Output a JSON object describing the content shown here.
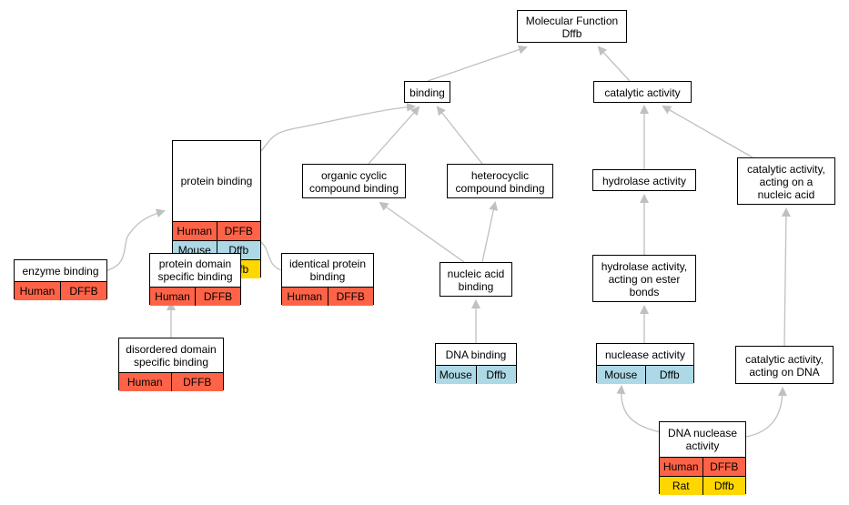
{
  "nodes": {
    "mf": {
      "title": "Molecular Function\nDffb",
      "rows": []
    },
    "binding": {
      "title": "binding",
      "rows": []
    },
    "catalytic": {
      "title": "catalytic activity",
      "rows": []
    },
    "protein_binding": {
      "title": "protein binding",
      "rows": [
        {
          "species": "Human",
          "gene": "DFFB",
          "color": "#ff6347"
        },
        {
          "species": "Mouse",
          "gene": "Dffb",
          "color": "#add8e6"
        },
        {
          "species": "Rat",
          "gene": "Dffb",
          "color": "#ffd700"
        }
      ]
    },
    "organic": {
      "title": "organic cyclic\ncompound binding",
      "rows": []
    },
    "heterocyclic": {
      "title": "heterocyclic\ncompound binding",
      "rows": []
    },
    "hydrolase": {
      "title": "hydrolase activity",
      "rows": []
    },
    "cat_nucleic": {
      "title": "catalytic activity,\nacting on a\nnucleic acid",
      "rows": []
    },
    "enzyme": {
      "title": "enzyme binding",
      "rows": [
        {
          "species": "Human",
          "gene": "DFFB",
          "color": "#ff6347"
        }
      ]
    },
    "pdsb": {
      "title": "protein domain\nspecific binding",
      "rows": [
        {
          "species": "Human",
          "gene": "DFFB",
          "color": "#ff6347"
        }
      ]
    },
    "identical": {
      "title": "identical protein\nbinding",
      "rows": [
        {
          "species": "Human",
          "gene": "DFFB",
          "color": "#ff6347"
        }
      ]
    },
    "nucleic_binding": {
      "title": "nucleic acid\nbinding",
      "rows": []
    },
    "hydrolase_ester": {
      "title": "hydrolase activity,\nacting on ester\nbonds",
      "rows": []
    },
    "disordered": {
      "title": "disordered domain\nspecific binding",
      "rows": [
        {
          "species": "Human",
          "gene": "DFFB",
          "color": "#ff6347"
        }
      ]
    },
    "dna_binding": {
      "title": "DNA binding",
      "rows": [
        {
          "species": "Mouse",
          "gene": "Dffb",
          "color": "#add8e6"
        }
      ]
    },
    "nuclease": {
      "title": "nuclease activity",
      "rows": [
        {
          "species": "Mouse",
          "gene": "Dffb",
          "color": "#add8e6"
        }
      ]
    },
    "cat_dna": {
      "title": "catalytic activity,\nacting on DNA",
      "rows": []
    },
    "dna_nuclease": {
      "title": "DNA nuclease\nactivity",
      "rows": [
        {
          "species": "Human",
          "gene": "DFFB",
          "color": "#ff6347"
        },
        {
          "species": "Rat",
          "gene": "Dffb",
          "color": "#ffd700"
        }
      ]
    }
  },
  "edges": [
    [
      "binding",
      "mf"
    ],
    [
      "catalytic",
      "mf"
    ],
    [
      "protein_binding",
      "binding"
    ],
    [
      "organic",
      "binding"
    ],
    [
      "heterocyclic",
      "binding"
    ],
    [
      "hydrolase",
      "catalytic"
    ],
    [
      "cat_nucleic",
      "catalytic"
    ],
    [
      "enzyme",
      "protein_binding"
    ],
    [
      "pdsb",
      "protein_binding"
    ],
    [
      "identical",
      "protein_binding"
    ],
    [
      "nucleic_binding",
      "organic"
    ],
    [
      "nucleic_binding",
      "heterocyclic"
    ],
    [
      "hydrolase_ester",
      "hydrolase"
    ],
    [
      "disordered",
      "pdsb"
    ],
    [
      "dna_binding",
      "nucleic_binding"
    ],
    [
      "nuclease",
      "hydrolase_ester"
    ],
    [
      "cat_dna",
      "cat_nucleic"
    ],
    [
      "dna_nuclease",
      "nuclease"
    ],
    [
      "dna_nuclease",
      "cat_dna"
    ]
  ],
  "colors": {
    "edge": "#c0c0c0",
    "human": "#ff6347",
    "mouse": "#add8e6",
    "rat": "#ffd700"
  }
}
